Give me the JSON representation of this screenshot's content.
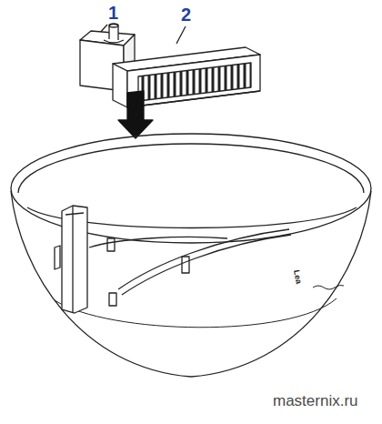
{
  "diagram": {
    "labels": [
      "1",
      "2",
      "Lea",
      "masternix.ru"
    ]
  }
}
